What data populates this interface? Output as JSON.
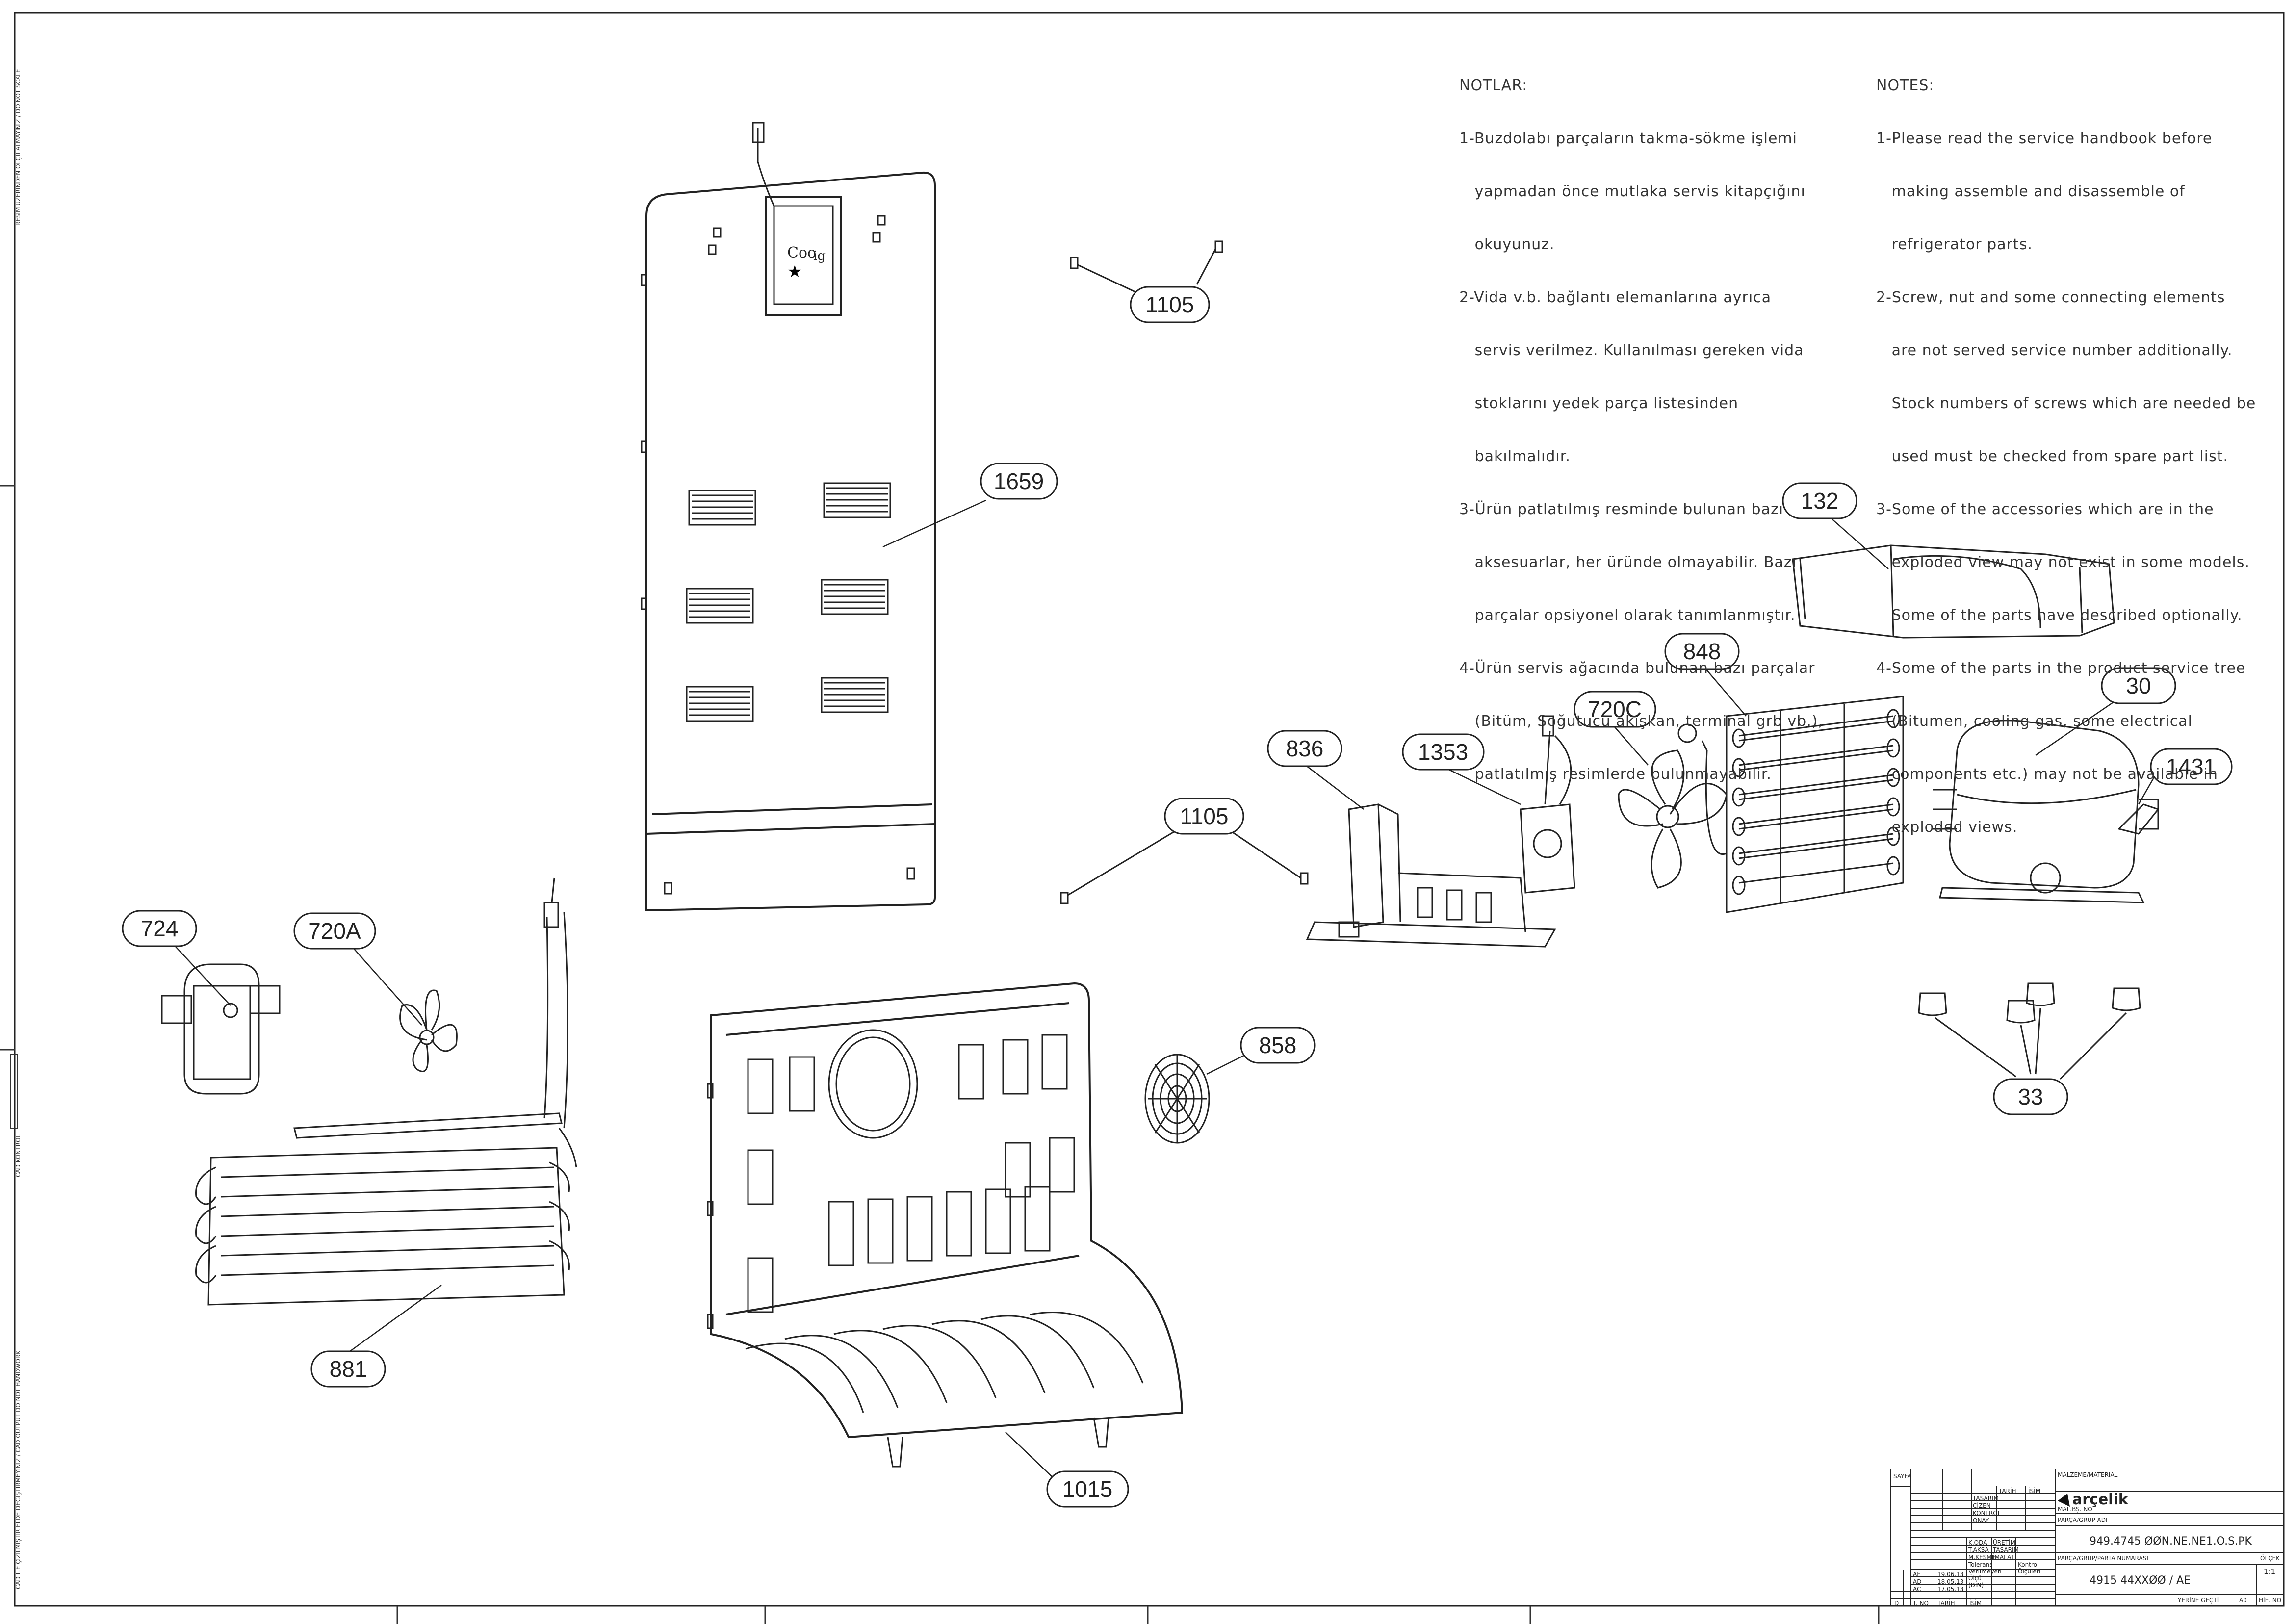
{
  "notes_tr": {
    "heading": "NOTLAR:",
    "lines": [
      "1-Buzdolabı parçaların takma-sökme işlemi",
      "   yapmadan önce mutlaka servis kitapçığını",
      "   okuyunuz.",
      "2-Vida v.b. bağlantı elemanlarına ayrıca",
      "   servis verilmez. Kullanılması gereken vida",
      "   stoklarını yedek parça listesinden",
      "   bakılmalıdır.",
      "3-Ürün patlatılmış resminde bulunan bazı",
      "   aksesuarlar, her üründe olmayabilir. Bazı",
      "   parçalar opsiyonel olarak tanımlanmıştır.",
      "4-Ürün servis ağacında bulunan bazı parçalar",
      "   (Bitüm, Soğutucu akışkan, terminal grb vb.),",
      "   patlatılmış resimlerde bulunmayabilir."
    ]
  },
  "notes_en": {
    "heading": "NOTES:",
    "lines": [
      "1-Please read the service handbook before",
      "   making assemble and disassemble of",
      "   refrigerator parts.",
      "2-Screw, nut and some connecting elements",
      "   are not served service number additionally.",
      "   Stock numbers of screws which are needed be",
      "   used must be checked from spare part list.",
      "3-Some of the accessories which are in the",
      "   exploded view may not exist in some models.",
      "   Some of the parts have described optionally.",
      "4-Some of the parts in the product service tree",
      "   (Bitumen, cooling gas, some electrical",
      "   components etc.) may not be available in",
      "   exploded views."
    ]
  },
  "callouts": {
    "c1105a": "1105",
    "c1659": "1659",
    "c132": "132",
    "c848": "848",
    "c720c": "720C",
    "c30": "30",
    "c836": "836",
    "c1353": "1353",
    "c1431": "1431",
    "c1105b": "1105",
    "c724": "724",
    "c720a": "720A",
    "c858": "858",
    "c33": "33",
    "c881": "881",
    "c1015": "1015"
  },
  "panel_label": {
    "a": "Coo",
    "b": "ig"
  },
  "side_texts": {
    "top": "RESİM ÜZERİNDEN ÖLÇÜ ALMAYINIZ / DO NOT SCALE",
    "middle": "CAD KONTROL",
    "bottom": "CAD İLE ÇİZİLMİŞTİR ELDE DEĞİŞTİRMEYİNİZ / CAD OUTPUT DO NOT HANDWORK"
  },
  "title_block": {
    "brand": "arçelik",
    "material_label": "MALZEME/MATERIAL",
    "mal_no_label": "MAL.BŞ. NO",
    "parca_label": "PARÇA/GRUP ADI",
    "part_name": "949.4745 ØØN.NE.NE1.O.S.PK",
    "part_number_label": "PARÇA/GRUP/PARTA NUMARASI",
    "part_number": "4915 44XXØØ / AE",
    "tarih": "TARİH",
    "isim": "İSİM",
    "tasarim": "TASARIM",
    "cizen": "ÇİZEN",
    "kontrol": "KONTROL",
    "onay": "ONAY",
    "olcek_label": "ÖLÇEK",
    "olcek": "1:1",
    "tolerans_label": "Tolerans-Verilmeyen Ölçü (DIN)",
    "kontrol_olculer": "Kontrol Ölçüleri",
    "yerine_gecti": "YERİNE GEÇTİ",
    "sheet_size": "A0",
    "hierno": "HİE. NO",
    "rev_rows": [
      "AE",
      "AD",
      "AC"
    ],
    "rev_cols": [
      "D",
      "T. NO",
      "TARİH",
      "İSİM"
    ],
    "sayfa": "SAYFA",
    "dates": [
      "19.06.13",
      "18.05.13",
      "17.05.13"
    ],
    "names": [
      "K.ODA",
      "T.AKSA",
      "M.KESME"
    ],
    "dept": [
      "ÜRETİM",
      "TASARIM",
      "İMALAT"
    ]
  }
}
